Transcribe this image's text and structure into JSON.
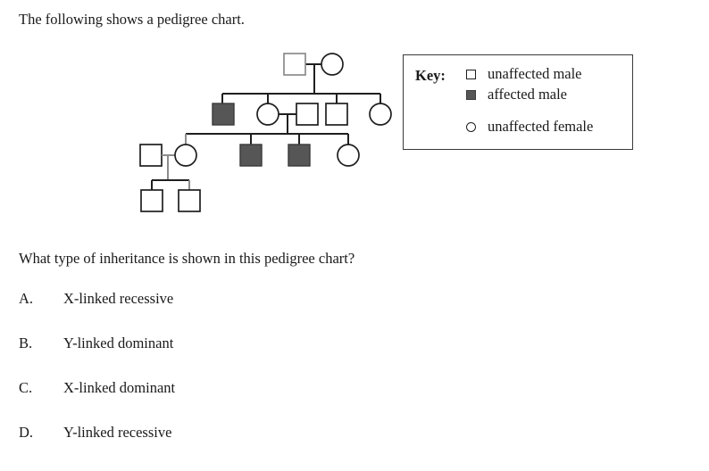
{
  "intro_text": "The following shows a pedigree chart.",
  "question_text": "What type of inheritance is shown in this pedigree chart?",
  "options": [
    {
      "letter": "A.",
      "text": "X-linked recessive"
    },
    {
      "letter": "B.",
      "text": "Y-linked dominant"
    },
    {
      "letter": "C.",
      "text": "X-linked dominant"
    },
    {
      "letter": "D.",
      "text": "Y-linked recessive"
    }
  ],
  "key": {
    "title": "Key:",
    "entries": [
      {
        "symbol": "open-square",
        "label": "unaffected male"
      },
      {
        "symbol": "filled-square",
        "label": "affected male"
      },
      {
        "symbol": "open-circle",
        "label": "unaffected female"
      }
    ]
  },
  "colors": {
    "affected_fill": "#565656",
    "line": "#1f1f1f",
    "line_grey": "#8c8c8c",
    "background": "#ffffff"
  },
  "pedigree": {
    "generations": [
      {
        "id": "generation-1",
        "members": [
          {
            "id": "I-1",
            "shape": "square",
            "sex": "male",
            "status": "unaffected"
          },
          {
            "id": "I-2",
            "shape": "circle",
            "sex": "female",
            "status": "unaffected"
          }
        ]
      },
      {
        "id": "generation-2",
        "members": [
          {
            "id": "II-1",
            "shape": "square",
            "sex": "male",
            "status": "affected"
          },
          {
            "id": "II-2",
            "shape": "circle",
            "sex": "female",
            "status": "unaffected"
          },
          {
            "id": "II-3",
            "shape": "square",
            "sex": "male",
            "status": "unaffected"
          },
          {
            "id": "II-4",
            "shape": "square",
            "sex": "male",
            "status": "unaffected"
          },
          {
            "id": "II-5",
            "shape": "circle",
            "sex": "female",
            "status": "unaffected"
          }
        ]
      },
      {
        "id": "generation-3",
        "members": [
          {
            "id": "III-1",
            "shape": "square",
            "sex": "male",
            "status": "unaffected"
          },
          {
            "id": "III-2",
            "shape": "circle",
            "sex": "female",
            "status": "unaffected"
          },
          {
            "id": "III-3",
            "shape": "square",
            "sex": "male",
            "status": "affected"
          },
          {
            "id": "III-4",
            "shape": "square",
            "sex": "male",
            "status": "affected"
          },
          {
            "id": "III-5",
            "shape": "circle",
            "sex": "female",
            "status": "unaffected"
          }
        ]
      },
      {
        "id": "generation-4",
        "members": [
          {
            "id": "IV-1",
            "shape": "square",
            "sex": "male",
            "status": "unaffected"
          },
          {
            "id": "IV-2",
            "shape": "square",
            "sex": "male",
            "status": "unaffected"
          }
        ]
      }
    ]
  }
}
